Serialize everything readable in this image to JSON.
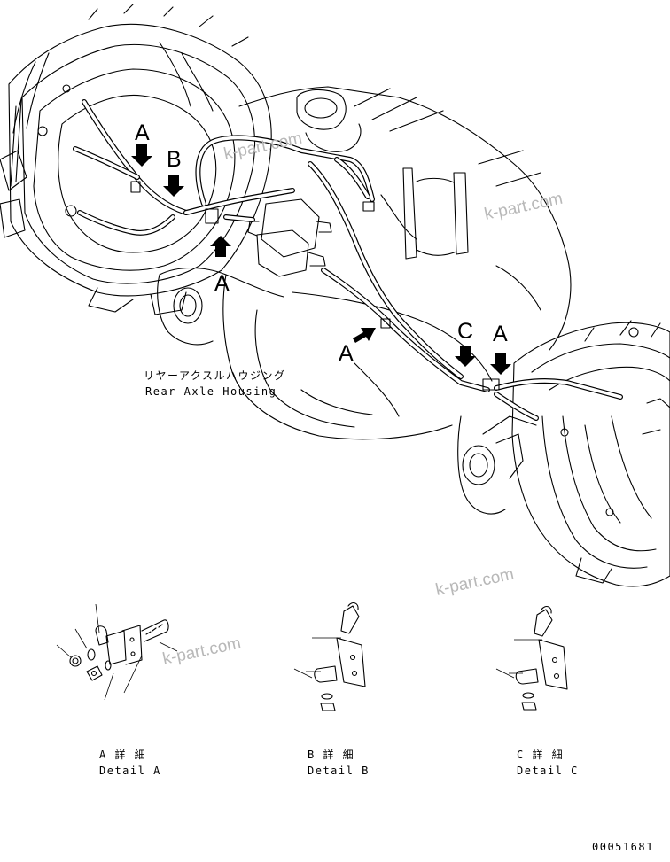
{
  "housing_label": {
    "jp": "リヤーアクスルハウジング",
    "en": "Rear Axle Housing"
  },
  "callouts": {
    "a": "A",
    "b": "B",
    "c": "C"
  },
  "details": [
    {
      "jp": "A 詳 細",
      "en": "Detail A"
    },
    {
      "jp": "B 詳 細",
      "en": "Detail B"
    },
    {
      "jp": "C 詳 細",
      "en": "Detail C"
    }
  ],
  "watermark": "k-part.com",
  "drawing_number": "00051681",
  "colors": {
    "line": "#000000",
    "background": "#ffffff",
    "watermark": "#b8b8b8"
  }
}
